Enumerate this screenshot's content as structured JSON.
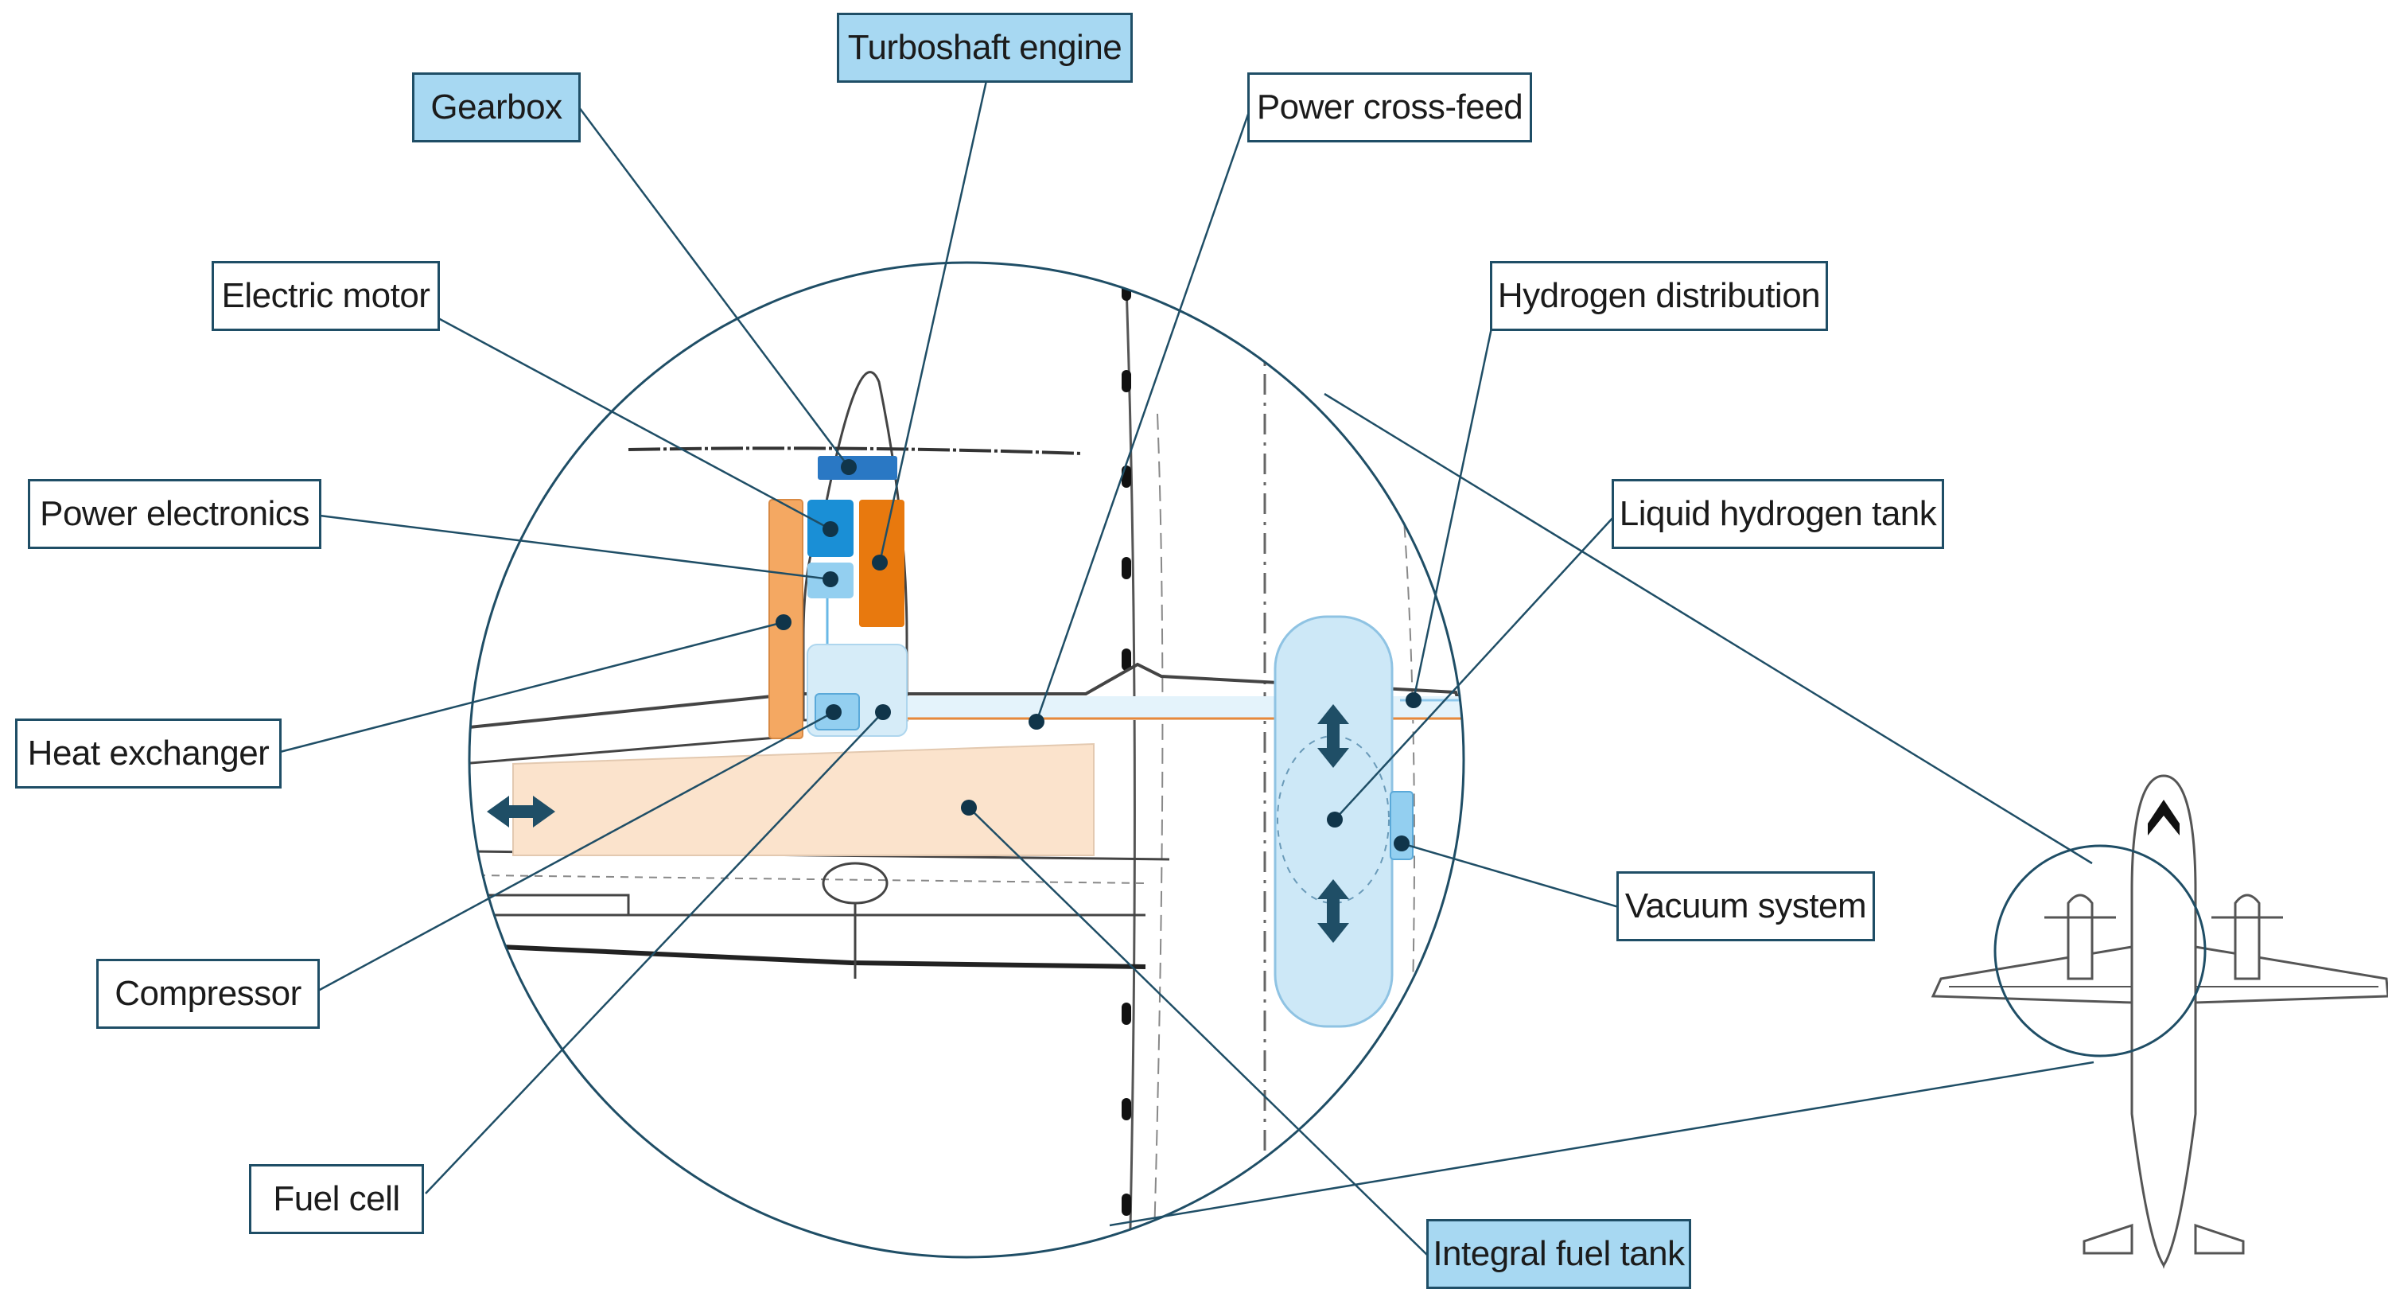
{
  "labels": {
    "gearbox": "Gearbox",
    "turboshaft_engine": "Turboshaft engine",
    "power_cross_feed": "Power cross-feed",
    "electric_motor": "Electric motor",
    "hydrogen_distribution": "Hydrogen distribution",
    "power_electronics": "Power electronics",
    "liquid_hydrogen_tank": "Liquid hydrogen tank",
    "heat_exchanger": "Heat exchanger",
    "vacuum_system": "Vacuum system",
    "compressor": "Compressor",
    "fuel_cell": "Fuel cell",
    "integral_fuel_tank": "Integral fuel tank"
  },
  "highlighted_labels": [
    "gearbox",
    "turboshaft_engine",
    "integral_fuel_tank"
  ],
  "colors": {
    "leader_line": "#1f4e66",
    "label_border": "#1f4e66",
    "highlight_fill": "#a7d8f2",
    "fuel_cell_fill": "#d6ecf8",
    "hydrogen_tank_fill": "#cde8f7",
    "integral_fuel_tank_fill": "#fbe3cc",
    "turboshaft_engine_fill": "#e8790e",
    "heat_exchanger_fill": "#f4a862",
    "electric_motor_fill": "#1a8fd6",
    "gearbox_fill": "#2a78c4",
    "power_electronics_fill": "#93cff0",
    "cross_feed_line": "#e8883a"
  },
  "icons": [
    "double-arrow-icon",
    "airplane-top-view"
  ]
}
